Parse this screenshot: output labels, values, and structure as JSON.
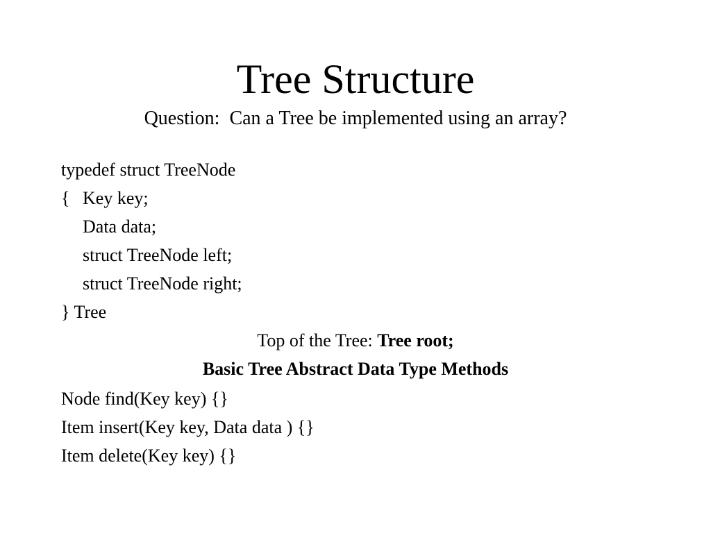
{
  "slide": {
    "title": "Tree Structure",
    "subtitle": "Question:  Can a Tree be implemented using an array?",
    "code": {
      "line1": "typedef struct TreeNode",
      "brace_open": "{",
      "line2": "Key key;",
      "line3": "Data data;",
      "line4": "struct TreeNode left;",
      "line5": "struct TreeNode right;",
      "line6": "} Tree"
    },
    "top_label": "Top of the Tree: ",
    "top_value": "Tree root;",
    "methods_heading": "Basic Tree Abstract Data Type Methods",
    "methods": [
      "Node find(Key key) {}",
      "Item insert(Key key, Data data ) {}",
      "Item delete(Key key) {}"
    ]
  }
}
